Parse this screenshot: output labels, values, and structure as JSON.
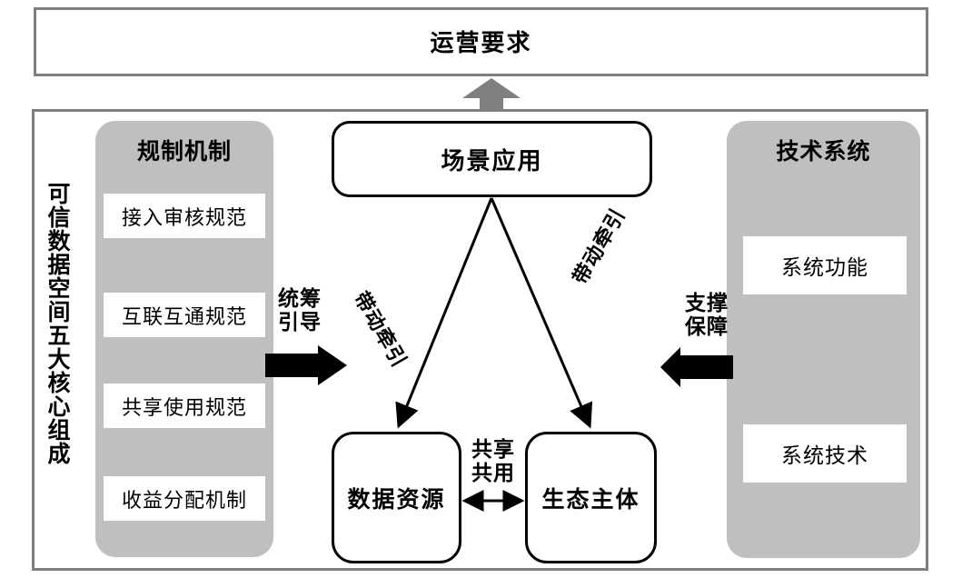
{
  "top": {
    "label": "运营要求",
    "border_color": "#7f7f7f"
  },
  "arrows": {
    "up_gray": {
      "name": "gray-up-arrow",
      "color": "#7f7f7f"
    },
    "left_black": {
      "label_line1": "统筹",
      "label_line2": "引导",
      "color": "#000000"
    },
    "right_black": {
      "label_line1": "支撑",
      "label_line2": "保障",
      "color": "#000000"
    },
    "share": {
      "label_line1": "共享",
      "label_line2": "共用"
    },
    "diag_left_label": "带动牵引",
    "diag_right_label": "带动牵引"
  },
  "side_label": "可信数据空间五大核心组成",
  "left_pillar": {
    "title": "规制机制",
    "fill": "#bfbfbf",
    "items": [
      {
        "label": "接入审核规范"
      },
      {
        "label": "互联互通规范"
      },
      {
        "label": "共享使用规范"
      },
      {
        "label": "收益分配机制"
      }
    ]
  },
  "right_pillar": {
    "title": "技术系统",
    "fill": "#bfbfbf",
    "items": [
      {
        "label": "系统功能"
      },
      {
        "label": "系统技术"
      }
    ]
  },
  "center": {
    "scene": "场景应用",
    "data_resource": "数据资源",
    "ecosystem_actor": "生态主体"
  }
}
